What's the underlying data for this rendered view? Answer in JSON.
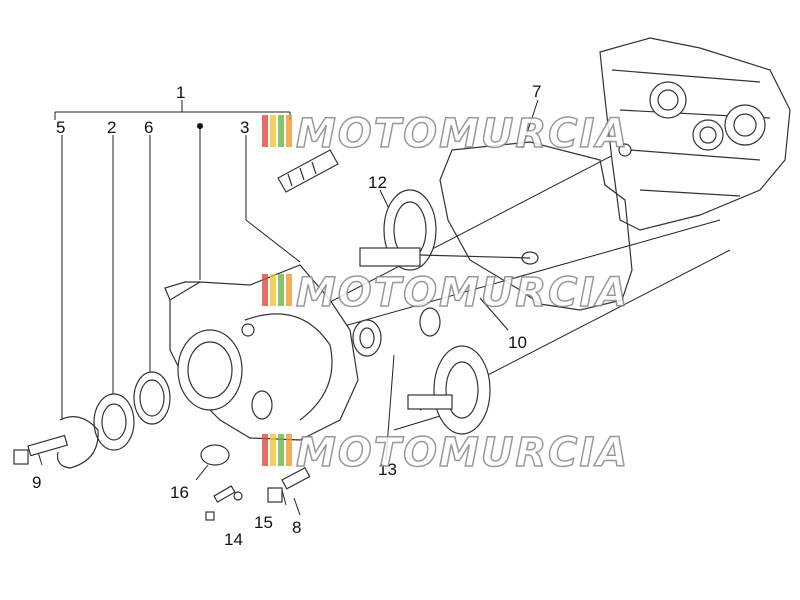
{
  "labels": {
    "l1": "1",
    "l2": "2",
    "l3": "3",
    "l5": "5",
    "l6": "6",
    "l7": "7",
    "l8": "8",
    "l9": "9",
    "l10": "10",
    "l12": "12",
    "l13": "13",
    "l14": "14",
    "l15": "15",
    "l16": "16"
  },
  "watermark": {
    "text": "MOTOMURCIA",
    "stripe_colors": [
      "#e04b3c",
      "#f2c431",
      "#6db34a",
      "#f29a2e"
    ],
    "fill": "#ffffff",
    "stroke": "#888888"
  }
}
